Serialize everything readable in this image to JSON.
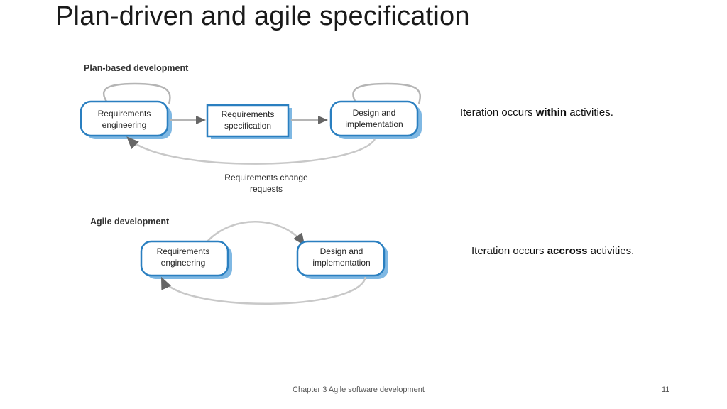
{
  "slide": {
    "title": "Plan-driven and agile specification",
    "footer": "Chapter 3 Agile software development",
    "page_number": "11"
  },
  "plan": {
    "label": "Plan-based development",
    "box1": [
      "Requirements",
      "engineering"
    ],
    "box2": [
      "Requirements",
      "specification"
    ],
    "box3": [
      "Design and",
      "implementation"
    ],
    "feedback": [
      "Requirements change",
      "requests"
    ]
  },
  "agile": {
    "label": "Agile development",
    "box1": [
      "Requirements",
      "engineering"
    ],
    "box2": [
      "Design and",
      "implementation"
    ]
  },
  "notes": {
    "within_prefix": "Iteration occurs ",
    "within_bold": "within",
    "within_suffix": " activities.",
    "across_prefix": "Iteration occurs ",
    "across_bold": "accross",
    "across_suffix": " activities."
  },
  "colors": {
    "box_border": "#2a7fc0",
    "box_shadow": "#7fb8e3",
    "arrow": "#b5b5b5"
  }
}
